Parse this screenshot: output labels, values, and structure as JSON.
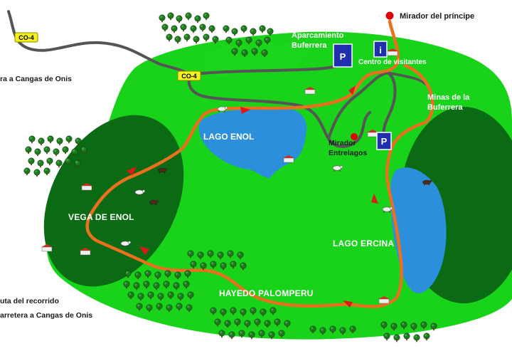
{
  "labels": {
    "mirador_principe": "Mirador del príncipe",
    "aparcamiento_line1": "Aparcamiento",
    "aparcamiento_line2": "Buferrera",
    "centro_visitantes": "Centro de visitantes",
    "minas_line1": "Minas de la",
    "minas_line2": "Buferrera",
    "lago_enol": "LAGO ENOL",
    "mirador_entrelagos_line1": "Mirador",
    "mirador_entrelagos_line2": "Entrelagos",
    "vega_de_enol": "VEGA DE ENOL",
    "lago_ercina": "LAGO ERCINA",
    "hayedo_palomperu": "HAYEDO PALOMPERU"
  },
  "road_badges": [
    "CO-4",
    "CO-4"
  ],
  "signs": {
    "parking": "P",
    "info": "i"
  },
  "legend": {
    "ruta": "uta del recorrido",
    "carretera_bottom": "arretera a Cangas de Onis",
    "carretera_top": "ra a Cangas de Onis"
  },
  "colors": {
    "meadow": "#19d31b",
    "forest": "#0a6b14",
    "lake": "#2b8fdb",
    "route": "#e8701e",
    "road": "#555555",
    "poi": "#e00000",
    "sign": "#1f2fb0"
  }
}
